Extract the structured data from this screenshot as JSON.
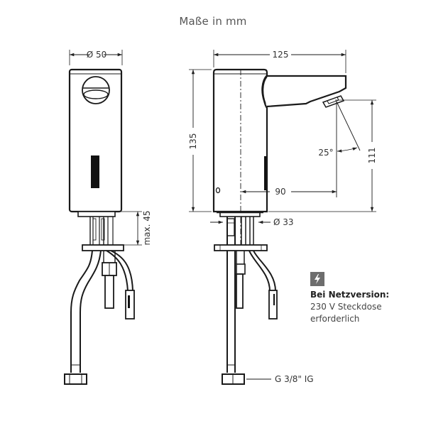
{
  "title": "Maße in mm",
  "dimensions": {
    "front_width": "Ø 50",
    "mount_depth": "max. 45",
    "side_length": "125",
    "side_height": "135",
    "spout_height": "111",
    "spout_reach": "90",
    "sensor_angle": "25°",
    "base_diameter": "Ø 33",
    "connection": "G 3/8\" IG"
  },
  "note": {
    "icon": "lightning-icon",
    "heading": "Bei Netzversion:",
    "line1": "230 V Steckdose",
    "line2": "erforderlich"
  },
  "colors": {
    "line": "#1a1a1a",
    "dim_line": "#333333",
    "text": "#444444",
    "icon_bg": "#6d6d6d"
  }
}
